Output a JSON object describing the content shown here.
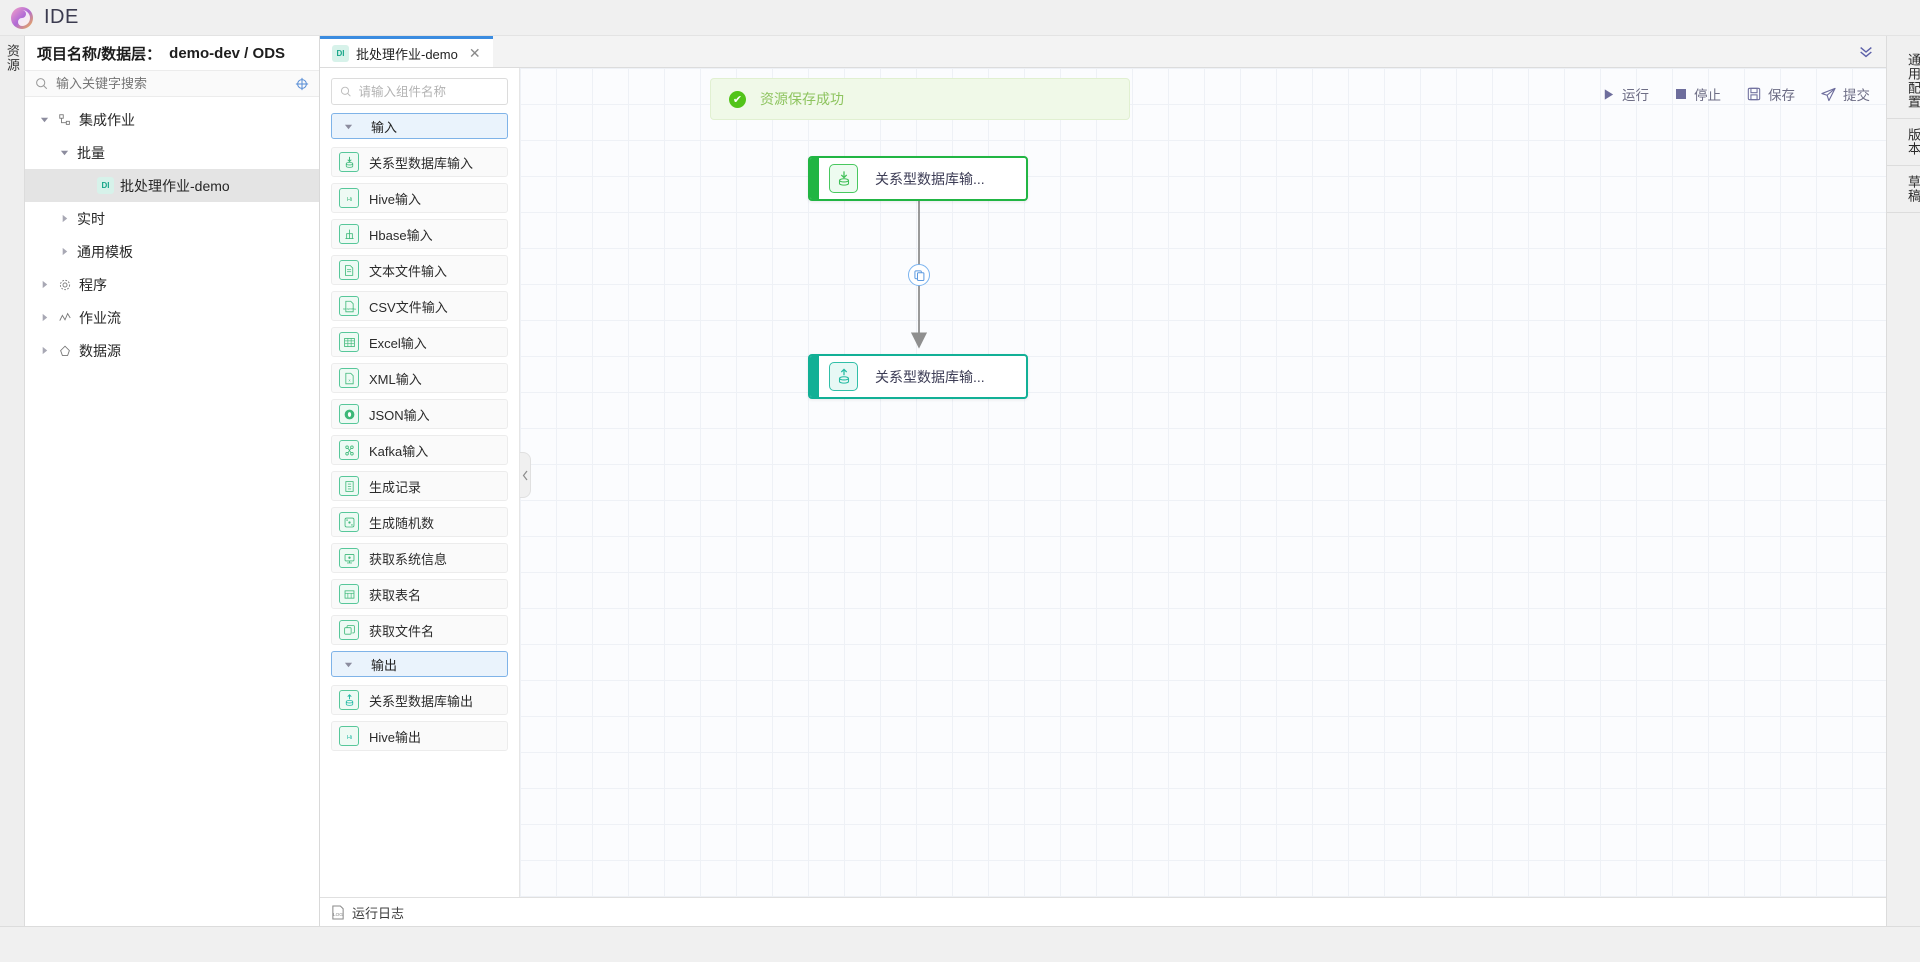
{
  "app": {
    "title": "IDE",
    "logo_icon": "spiral-logo-icon"
  },
  "left_rail": {
    "tab_label": "资源"
  },
  "explorer": {
    "header_label": "项目名称/数据层：",
    "header_value": "demo-dev / ODS",
    "search_placeholder": "输入关键字搜索",
    "search_value": "",
    "search_icon": "search-icon",
    "locate_icon": "crosshair-icon",
    "tree": [
      {
        "label": "集成作业",
        "icon": "sitemap-icon",
        "depth": 0,
        "caret": "down",
        "selected": false,
        "badge": null
      },
      {
        "label": "批量",
        "icon": null,
        "depth": 1,
        "caret": "down",
        "selected": false,
        "badge": null
      },
      {
        "label": "批处理作业-demo",
        "icon": null,
        "depth": 2,
        "caret": "none",
        "selected": true,
        "badge": "DI"
      },
      {
        "label": "实时",
        "icon": null,
        "depth": 1,
        "caret": "right",
        "selected": false,
        "badge": null
      },
      {
        "label": "通用模板",
        "icon": null,
        "depth": 1,
        "caret": "right",
        "selected": false,
        "badge": null
      },
      {
        "label": "程序",
        "icon": "gear-icon",
        "depth": 0,
        "caret": "right",
        "selected": false,
        "badge": null
      },
      {
        "label": "作业流",
        "icon": "flow-icon",
        "depth": 0,
        "caret": "right",
        "selected": false,
        "badge": null
      },
      {
        "label": "数据源",
        "icon": "database-cloud-icon",
        "depth": 0,
        "caret": "right",
        "selected": false,
        "badge": null
      }
    ]
  },
  "editor": {
    "tabs": [
      {
        "label": "批处理作业-demo",
        "badge": "DI",
        "active": true,
        "close_icon": "close-icon"
      }
    ],
    "overflow_icon": "chevron-double-down-icon"
  },
  "palette": {
    "search_placeholder": "请输入组件名称",
    "search_value": "",
    "search_icon": "search-icon",
    "collapse_icon": "chevron-left-icon",
    "groups": [
      {
        "label": "输入",
        "caret": "down",
        "items": [
          {
            "label": "关系型数据库输入",
            "icon": "db-download-icon"
          },
          {
            "label": "Hive输入",
            "icon": "hive-icon"
          },
          {
            "label": "Hbase输入",
            "icon": "hbase-icon"
          },
          {
            "label": "文本文件输入",
            "icon": "text-file-icon"
          },
          {
            "label": "CSV文件输入",
            "icon": "csv-file-icon"
          },
          {
            "label": "Excel输入",
            "icon": "excel-grid-icon"
          },
          {
            "label": "XML输入",
            "icon": "xml-file-icon"
          },
          {
            "label": "JSON输入",
            "icon": "json-circle-icon"
          },
          {
            "label": "Kafka输入",
            "icon": "kafka-icon"
          },
          {
            "label": "生成记录",
            "icon": "record-doc-icon"
          },
          {
            "label": "生成随机数",
            "icon": "dice-icon"
          },
          {
            "label": "获取系统信息",
            "icon": "monitor-icon"
          },
          {
            "label": "获取表名",
            "icon": "table-icon"
          },
          {
            "label": "获取文件名",
            "icon": "files-icon"
          }
        ]
      },
      {
        "label": "输出",
        "caret": "down",
        "items": [
          {
            "label": "关系型数据库输出",
            "icon": "db-upload-icon"
          },
          {
            "label": "Hive输出",
            "icon": "hive-icon"
          }
        ]
      }
    ]
  },
  "canvas": {
    "toast": {
      "message": "资源保存成功",
      "icon": "check-circle-icon",
      "color": "#8ec45f",
      "background": "#f0f9e8"
    },
    "toolbar": [
      {
        "label": "运行",
        "icon": "play-icon"
      },
      {
        "label": "停止",
        "icon": "stop-icon"
      },
      {
        "label": "保存",
        "icon": "save-icon"
      },
      {
        "label": "提交",
        "icon": "send-icon"
      }
    ],
    "nodes": [
      {
        "id": "node-in",
        "label": "关系型数据库输...",
        "icon": "db-download-icon",
        "accent": "#21b543"
      },
      {
        "id": "node-out",
        "label": "关系型数据库输...",
        "icon": "db-upload-icon",
        "accent": "#12b096"
      }
    ],
    "edge_badge_icon": "copy-icon"
  },
  "bottom_bar": {
    "label": "运行日志",
    "icon": "log-file-icon"
  },
  "right_rail": {
    "tabs": [
      {
        "label": "通用配置"
      },
      {
        "label": "版本"
      },
      {
        "label": "草稿"
      }
    ]
  }
}
